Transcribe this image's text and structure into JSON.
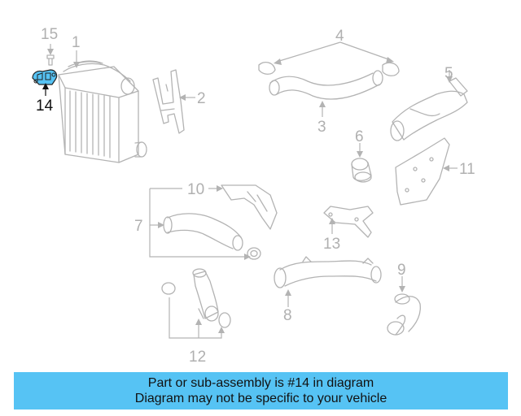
{
  "diagram": {
    "callouts": [
      {
        "id": "1",
        "text": "1",
        "highlight": false
      },
      {
        "id": "2",
        "text": "2",
        "highlight": false
      },
      {
        "id": "3",
        "text": "3",
        "highlight": false
      },
      {
        "id": "4",
        "text": "4",
        "highlight": false
      },
      {
        "id": "5",
        "text": "5",
        "highlight": false
      },
      {
        "id": "6",
        "text": "6",
        "highlight": false
      },
      {
        "id": "7",
        "text": "7",
        "highlight": false
      },
      {
        "id": "8",
        "text": "8",
        "highlight": false
      },
      {
        "id": "9",
        "text": "9",
        "highlight": false
      },
      {
        "id": "10",
        "text": "10",
        "highlight": false
      },
      {
        "id": "11",
        "text": "11",
        "highlight": false
      },
      {
        "id": "12",
        "text": "12",
        "highlight": false
      },
      {
        "id": "13",
        "text": "13",
        "highlight": false
      },
      {
        "id": "14",
        "text": "14",
        "highlight": true
      },
      {
        "id": "15",
        "text": "15",
        "highlight": false
      }
    ],
    "colors": {
      "line": "#b3b3b3",
      "highlight_label": "#111111",
      "highlight_part": "#56c3f4"
    }
  },
  "banner": {
    "line1": "Part or sub-assembly is #14 in diagram",
    "line2": "Diagram may not be specific to your vehicle",
    "background": "#56c3f4"
  }
}
